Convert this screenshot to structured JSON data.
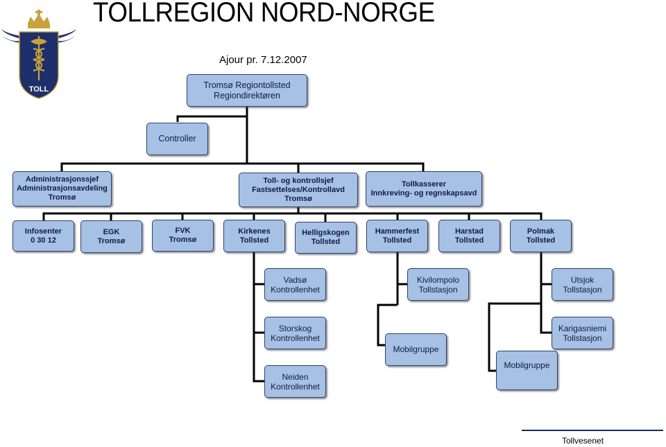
{
  "header": {
    "title": "TOLLREGION NORD-NORGE",
    "date": "Ajour pr. 7.12.2007"
  },
  "logo": {
    "text": "TOLL"
  },
  "org": {
    "region_head": [
      "Tromsø Regiontollsted",
      "Regiondirektøren"
    ],
    "controller": [
      "Controller"
    ],
    "administrasjon": [
      "Administrasjonssjef",
      "Administrasjonsavdeling",
      "Tromsø"
    ],
    "toll_kontroll": [
      "Toll- og kontrollsjef",
      "Fastsettelses/Kontrollavd",
      "Tromsø"
    ],
    "tollkasserer": [
      "Tollkasserer",
      "Innkreving- og regnskapsavd"
    ],
    "infosenter": [
      "Infosenter",
      "0 30 12"
    ],
    "egk": [
      "EGK",
      "Tromsø"
    ],
    "fvk": [
      "FVK",
      "Tromsø"
    ],
    "kirkenes": [
      "Kirkenes",
      "Tollsted"
    ],
    "helligskogen": [
      "Helligskogen",
      "Tollsted"
    ],
    "hammerfest": [
      "Hammerfest",
      "Tollsted"
    ],
    "harstad": [
      "Harstad",
      "Tollsted"
    ],
    "polmak": [
      "Polmak",
      "Tollsted"
    ],
    "vadso": [
      "Vadsø",
      "Kontrollenhet"
    ],
    "storskog": [
      "Storskog",
      "Kontrollenhet"
    ],
    "neiden": [
      "Neiden",
      "Kontrollenhet"
    ],
    "kivilompolo": [
      "Kivilompolo",
      "Tollstasjon"
    ],
    "mobilgruppe_1": [
      "Mobilgruppe"
    ],
    "mobilgruppe_2": [
      "Mobilgruppe"
    ],
    "utsjok": [
      "Utsjok",
      "Tollstasjon"
    ],
    "karigasniemi": [
      "Karigasniemi",
      "Tollstasjon"
    ]
  },
  "footer": {
    "text": "Tollvesenet"
  },
  "colors": {
    "box_fill": "#a7c1e4",
    "box_border": "#2b3f70",
    "connector": "#000000",
    "logo_navy": "#1f2f6b",
    "logo_gold": "#c8a23c"
  }
}
